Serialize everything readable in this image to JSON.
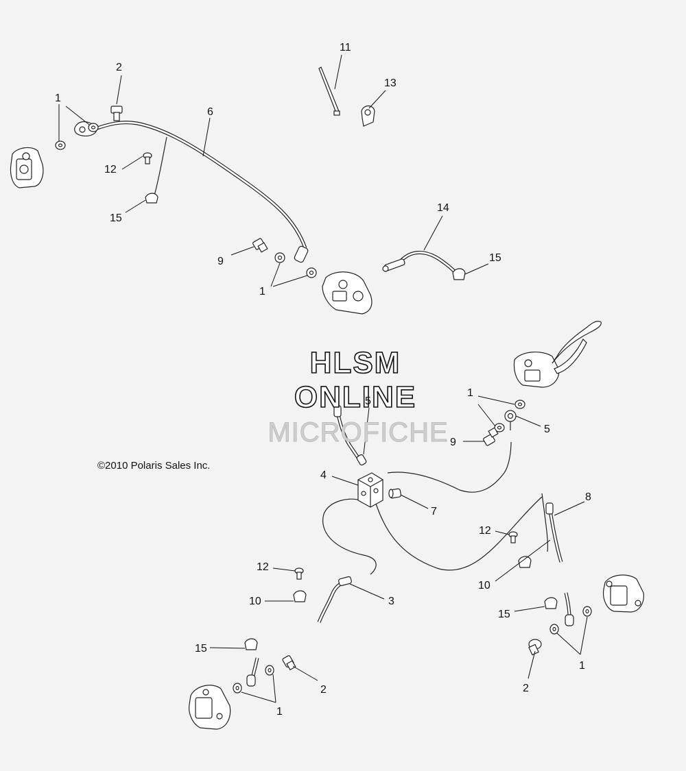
{
  "watermark": {
    "line1": "HLSM",
    "line2": "ONLINE",
    "line3": "MICROFICHE"
  },
  "copyright": "©2010  Polaris Sales Inc.",
  "callouts": [
    {
      "id": "c1a",
      "label": "1"
    },
    {
      "id": "c2a",
      "label": "2"
    },
    {
      "id": "c6",
      "label": "6"
    },
    {
      "id": "c11",
      "label": "11"
    },
    {
      "id": "c13",
      "label": "13"
    },
    {
      "id": "c12a",
      "label": "12"
    },
    {
      "id": "c15a",
      "label": "15"
    },
    {
      "id": "c14",
      "label": "14"
    },
    {
      "id": "c15b",
      "label": "15"
    },
    {
      "id": "c9a",
      "label": "9"
    },
    {
      "id": "c1b",
      "label": "1"
    },
    {
      "id": "c5a",
      "label": "5"
    },
    {
      "id": "c1c",
      "label": "1"
    },
    {
      "id": "c5b",
      "label": "5"
    },
    {
      "id": "c9b",
      "label": "9"
    },
    {
      "id": "c4",
      "label": "4"
    },
    {
      "id": "c7",
      "label": "7"
    },
    {
      "id": "c8",
      "label": "8"
    },
    {
      "id": "c12b",
      "label": "12"
    },
    {
      "id": "c10a",
      "label": "10"
    },
    {
      "id": "c12c",
      "label": "12"
    },
    {
      "id": "c10b",
      "label": "10"
    },
    {
      "id": "c3",
      "label": "3"
    },
    {
      "id": "c15c",
      "label": "15"
    },
    {
      "id": "c2b",
      "label": "2"
    },
    {
      "id": "c1d",
      "label": "1"
    },
    {
      "id": "c15d",
      "label": "15"
    },
    {
      "id": "c2c",
      "label": "2"
    },
    {
      "id": "c1e",
      "label": "1"
    }
  ]
}
